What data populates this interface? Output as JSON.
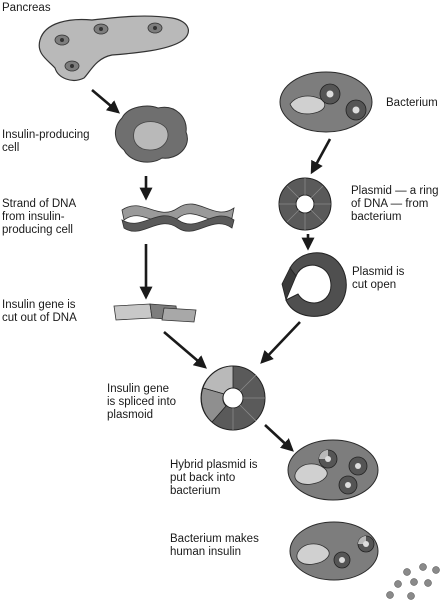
{
  "labels": {
    "pancreas": "Pancreas",
    "insulin_cell": [
      "Insulin-producing",
      "cell"
    ],
    "dna_strand": [
      "Strand of DNA",
      "from insulin-",
      "producing cell"
    ],
    "gene_cut": [
      "Insulin gene is",
      "cut out of DNA"
    ],
    "bacterium": "Bacterium",
    "plasmid": [
      "Plasmid — a ring",
      "of DNA — from",
      "bacterium"
    ],
    "plasmid_open": [
      "Plasmid is",
      "cut open"
    ],
    "spliced": [
      "Insulin gene",
      "is spliced into",
      "plasmoid"
    ],
    "hybrid": [
      "Hybrid plasmid is",
      "put back into",
      "bacterium"
    ],
    "makes_insulin": [
      "Bacterium makes",
      "human insulin"
    ]
  },
  "colors": {
    "dark_gray": "#5a5a5a",
    "mid_gray": "#7d7d7d",
    "light_gray": "#b9b9b9",
    "pale_gray": "#d0d0d0",
    "outline": "#2a2a2a",
    "arrow": "#1a1a1a"
  }
}
